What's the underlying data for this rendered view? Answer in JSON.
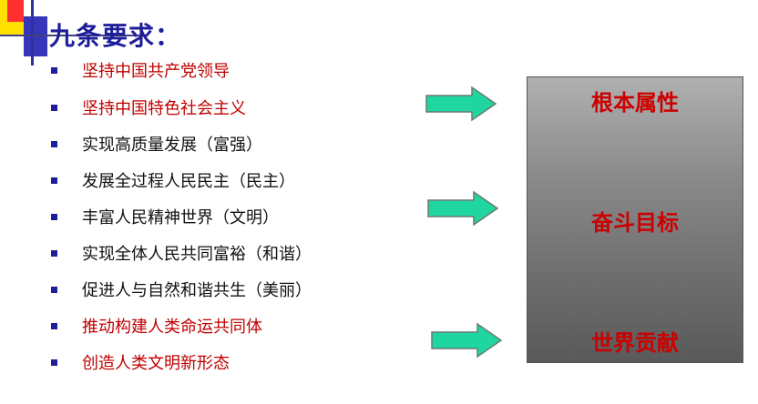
{
  "slide": {
    "title": "九条要求：",
    "requirements": [
      {
        "text": "坚持中国共产党领导",
        "color": "#c00000"
      },
      {
        "text": "坚持中国特色社会主义",
        "color": "#c00000"
      },
      {
        "text": "实现高质量发展（富强）",
        "color": "#111111"
      },
      {
        "text": "发展全过程人民民主（民主）",
        "color": "#111111"
      },
      {
        "text": "丰富人民精神世界（文明）",
        "color": "#111111"
      },
      {
        "text": "实现全体人民共同富裕（和谐）",
        "color": "#111111"
      },
      {
        "text": "促进人与自然和谐共生（美丽）",
        "color": "#111111"
      },
      {
        "text": "推动构建人类命运共同体",
        "color": "#c00000"
      },
      {
        "text": "创造人类文明新形态",
        "color": "#c00000"
      }
    ],
    "categories": [
      "根本属性",
      "奋斗目标",
      "世界贡献"
    ],
    "colors": {
      "accent_red": "#c00000",
      "title_blue": "#1e1e9a",
      "arrow_green": "#1fd6a0",
      "box_gray": "#7a7a7a"
    },
    "icons": [
      "right-arrow-icon",
      "square-bullet-icon"
    ]
  }
}
